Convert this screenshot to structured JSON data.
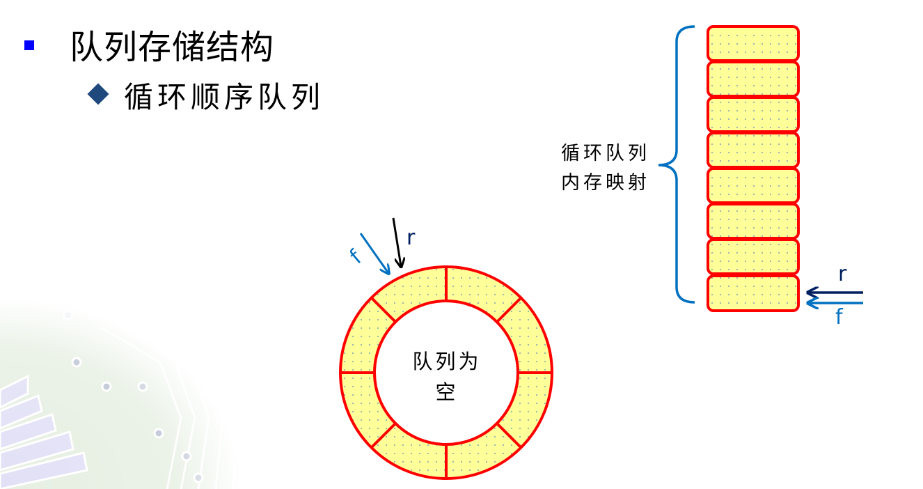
{
  "slide": {
    "title": "队列存储结构",
    "subtitle": "循环顺序队列",
    "colors": {
      "title_bullet": "#0000ff",
      "subtitle_bullet": "#1f497d",
      "cell_fill": "#ffff99",
      "cell_border": "#ff0000",
      "brace": "#0070c0",
      "front_pointer": "#0070c0",
      "rear_pointer_ring": "#000000",
      "rear_pointer_stack": "#002060"
    }
  },
  "ring": {
    "segments": 8,
    "center_label_line1": "队列为",
    "center_label_line2": "空",
    "front_pointer_label": "f",
    "rear_pointer_label": "r"
  },
  "memory_map": {
    "cells": 8,
    "label_line1": "循环队列",
    "label_line2": "内存映射",
    "rear_pointer_label": "r",
    "front_pointer_label": "f"
  }
}
